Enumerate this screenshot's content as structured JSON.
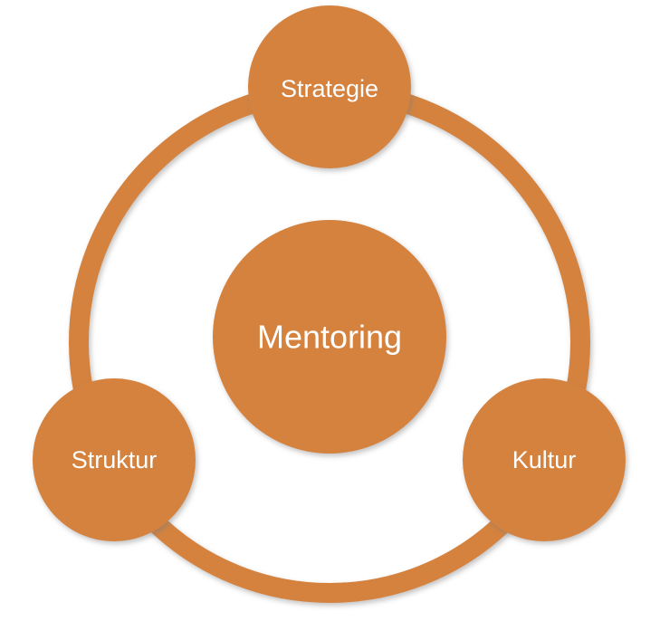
{
  "diagram": {
    "center": {
      "label": "Mentoring"
    },
    "nodes": [
      {
        "id": "strategie",
        "label": "Strategie"
      },
      {
        "id": "struktur",
        "label": "Struktur"
      },
      {
        "id": "kultur",
        "label": "Kultur"
      }
    ]
  },
  "colors": {
    "fill": "#D4823E",
    "ring": "#D4823E",
    "shadow": "#8A8A8A",
    "text": "#FFFFFF"
  }
}
